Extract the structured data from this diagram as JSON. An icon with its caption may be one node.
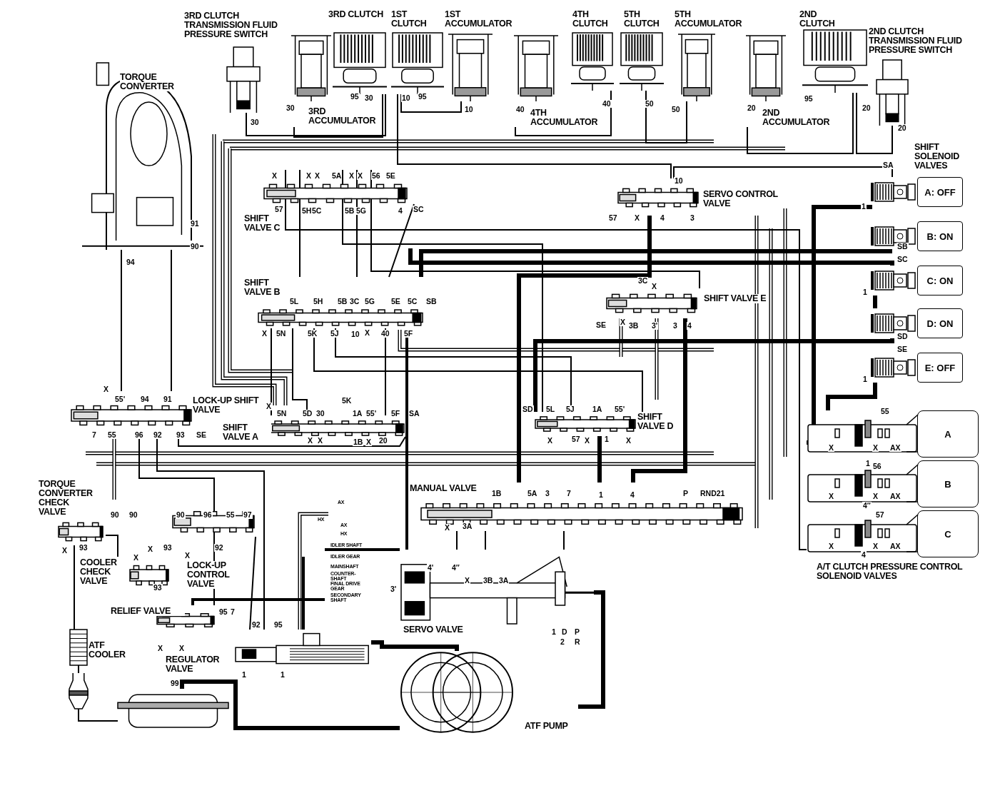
{
  "diagram": {
    "nodes": [
      {
        "text": [
          "3RD CLUTCH TRANSMISSION FLUID PRESSURE SWITCH"
        ]
      },
      {
        "text": [
          "3RD CLUTCH"
        ]
      },
      {
        "text": [
          "1ST CLUTCH"
        ]
      },
      {
        "text": [
          "1ST ACCUMULATOR"
        ]
      },
      {
        "text": [
          "4TH CLUTCH"
        ]
      },
      {
        "text": [
          "5TH CLUTCH"
        ]
      },
      {
        "text": [
          "5TH ACCUMULATOR"
        ]
      },
      {
        "text": [
          "2ND CLUTCH"
        ]
      },
      {
        "text": [
          "2ND CLUTCH TRANSMISSION FLUID PRESSURE SWITCH"
        ]
      },
      {
        "text": [
          "3RD ACCUMULATOR"
        ]
      },
      {
        "text": [
          "4TH ACCUMULATOR"
        ]
      },
      {
        "text": [
          "2ND ACCUMULATOR"
        ]
      },
      {
        "text": [
          "TORQUE CONVERTER"
        ]
      },
      {
        "text": [
          "SHIFT VALVE C"
        ]
      },
      {
        "text": [
          "SHIFT VALVE B"
        ]
      },
      {
        "text": [
          "SERVO CONTROL VALVE"
        ]
      },
      {
        "text": [
          "SHIFT VALVE E"
        ]
      },
      {
        "text": [
          "LOCK-UP SHIFT VALVE"
        ]
      },
      {
        "text": [
          "SHIFT VALVE A"
        ]
      },
      {
        "text": [
          "SHIFT VALVE D"
        ]
      },
      {
        "text": [
          "MANUAL VALVE"
        ]
      },
      {
        "text": [
          "TORQUE CONVERTER CHECK VALVE"
        ]
      },
      {
        "text": [
          "COOLER CHECK VALVE"
        ]
      },
      {
        "text": [
          "LOCK-UP CONTROL VALVE"
        ]
      },
      {
        "text": [
          "RELIEF VALVE"
        ]
      },
      {
        "text": [
          "REGULATOR VALVE"
        ]
      },
      {
        "text": [
          "SERVO VALVE"
        ]
      },
      {
        "text": [
          "ATF COOLER"
        ]
      },
      {
        "text": [
          "ATF PUMP"
        ]
      },
      {
        "text": [
          "A: OFF"
        ]
      },
      {
        "text": [
          "B: ON"
        ]
      },
      {
        "text": [
          "C: ON"
        ]
      },
      {
        "text": [
          "D: ON"
        ]
      },
      {
        "text": [
          "E: OFF"
        ]
      },
      {
        "text": [
          "A"
        ]
      },
      {
        "text": [
          "B"
        ]
      },
      {
        "text": [
          "C"
        ]
      },
      {
        "text": [],
        "shape": "box"
      },
      {
        "text": [],
        "shape": "cylinder"
      }
    ],
    "edges": [
      {
        "from": 0,
        "to": 1,
        "arrow": "none"
      },
      {
        "from": 9,
        "to": 1,
        "arrow": "none"
      },
      {
        "from": 2,
        "to": 3,
        "arrow": "none"
      },
      {
        "from": 10,
        "to": 4,
        "arrow": "none"
      },
      {
        "from": 6,
        "to": 5,
        "arrow": "none"
      },
      {
        "from": 11,
        "to": 7,
        "arrow": "none"
      },
      {
        "from": 8,
        "to": 7,
        "arrow": "none"
      },
      {
        "from": 12,
        "to": 17,
        "arrow": "none"
      },
      {
        "from": 12,
        "to": 17,
        "arrow": "none"
      },
      {
        "from": 27,
        "to": 38,
        "arrow": "none"
      },
      {
        "from": 38,
        "to": 37,
        "arrow": "none"
      },
      {
        "from": 37,
        "to": 28,
        "arrow": "none",
        "style": "thick"
      },
      {
        "from": 28,
        "to": 25,
        "arrow": "none",
        "style": "thick"
      },
      {
        "from": 21,
        "to": 27,
        "arrow": "none"
      },
      {
        "from": 13,
        "to": 36,
        "arrow": "none"
      },
      {
        "from": 14,
        "to": 18,
        "arrow": "none"
      },
      {
        "from": 15,
        "to": 20,
        "arrow": "none",
        "style": "thick"
      },
      {
        "from": 13,
        "to": 16,
        "arrow": "none"
      },
      {
        "from": 14,
        "to": 19,
        "arrow": "none"
      },
      {
        "from": 13,
        "to": 19,
        "arrow": "none"
      },
      {
        "from": 14,
        "to": 19,
        "arrow": "none"
      },
      {
        "from": 17,
        "to": 25,
        "arrow": "none"
      },
      {
        "from": 17,
        "to": 23,
        "arrow": "none"
      },
      {
        "from": 17,
        "to": 18,
        "arrow": "none"
      },
      {
        "from": 14,
        "to": 18,
        "arrow": "none"
      },
      {
        "from": 14,
        "to": 18,
        "arrow": "none"
      },
      {
        "from": 13,
        "to": 14,
        "arrow": "none"
      },
      {
        "from": 13,
        "to": 14,
        "arrow": "none"
      },
      {
        "from": 13,
        "to": 14,
        "arrow": "none"
      },
      {
        "from": 23,
        "to": 24,
        "arrow": "none"
      },
      {
        "from": 23,
        "to": 25,
        "arrow": "none"
      },
      {
        "from": 21,
        "to": 22,
        "arrow": "none"
      },
      {
        "from": 20,
        "to": 26,
        "arrow": "none"
      },
      {
        "from": 20,
        "to": 26,
        "arrow": "none"
      },
      {
        "from": 20,
        "to": 26,
        "arrow": "none"
      },
      {
        "from": 29,
        "to": 34,
        "arrow": "none",
        "style": "thick"
      },
      {
        "from": 30,
        "to": 14,
        "arrow": "none",
        "style": "thick"
      },
      {
        "from": 31,
        "to": 13,
        "arrow": "none",
        "style": "thick"
      },
      {
        "from": 32,
        "to": 19,
        "arrow": "none",
        "style": "thick"
      },
      {
        "from": 16,
        "to": 20,
        "arrow": "none",
        "style": "thick"
      },
      {
        "from": 19,
        "to": 20,
        "arrow": "none",
        "style": "thick"
      },
      {
        "from": 31,
        "to": 32,
        "arrow": "none",
        "style": "thick"
      },
      {
        "from": 33,
        "to": 34,
        "arrow": "none",
        "style": "thick"
      },
      {
        "from": 28,
        "to": 26,
        "arrow": "none",
        "style": "thick"
      },
      {
        "from": 2,
        "to": 15,
        "arrow": "none"
      },
      {
        "from": 29,
        "to": 15,
        "arrow": "none"
      }
    ],
    "labels": [
      "30",
      "30",
      "95",
      "30",
      "10",
      "95",
      "10",
      "40",
      "40",
      "50",
      "50",
      "20",
      "95",
      "20",
      "20",
      "SHIFT SOLENOID VALVES",
      "SA",
      "X",
      "X",
      "X",
      "5A",
      "X",
      "X",
      "56",
      "5E",
      "10",
      "57",
      "5H",
      "5C",
      "5B",
      "5G",
      "4",
      "SC",
      "57",
      "X",
      "4",
      "3",
      "1",
      "SB",
      "SC",
      "3C",
      "X",
      "1",
      "5L",
      "5H",
      "5B",
      "3C",
      "5G",
      "5E",
      "5C",
      "SB",
      "SE",
      "X",
      "3B",
      "3'",
      "3",
      "4",
      "X",
      "5N",
      "5K",
      "5J",
      "10",
      "X",
      "40",
      "5F",
      "SD",
      "SE",
      "1",
      "X",
      "55'",
      "94",
      "91",
      "X",
      "5N",
      "5D",
      "30",
      "5K",
      "1A",
      "55'",
      "5F",
      "SA",
      "SD",
      "5L",
      "5J",
      "1A",
      "55'",
      "55",
      "7",
      "55",
      "96",
      "92",
      "93",
      "SE",
      "X",
      "X",
      "1B",
      "X",
      "20",
      "X",
      "57",
      "X",
      "1",
      "X",
      "X",
      "X",
      "AX",
      "1",
      "56",
      "X",
      "X",
      "AX",
      "4″",
      "57",
      "X",
      "X",
      "AX",
      "4",
      "A/T CLUTCH PRESSURE CONTROL SOLENOID VALVES",
      "1B",
      "5A",
      "3",
      "7",
      "1",
      "4",
      "P",
      "RND21",
      "X",
      "3A",
      "90",
      "90",
      "90",
      "96",
      "55",
      "97",
      "AX",
      "HX",
      "AX",
      "HX",
      "IDLER SHAFT",
      "IDLER GEAR",
      "MAINSHAFT",
      "COUNTER-SHAFT",
      "FINAL DRIVE GEAR",
      "SECONDARY SHAFT",
      "X",
      "93",
      "X",
      "93",
      "X",
      "92",
      "X",
      "93",
      "4'",
      "4″",
      "X",
      "3B",
      "3A",
      "3'",
      "95",
      "7",
      "X",
      "X",
      "92",
      "95",
      "1",
      "1",
      "1",
      "D",
      "2",
      "P",
      "R",
      "99",
      "91",
      "90",
      "94"
    ]
  }
}
